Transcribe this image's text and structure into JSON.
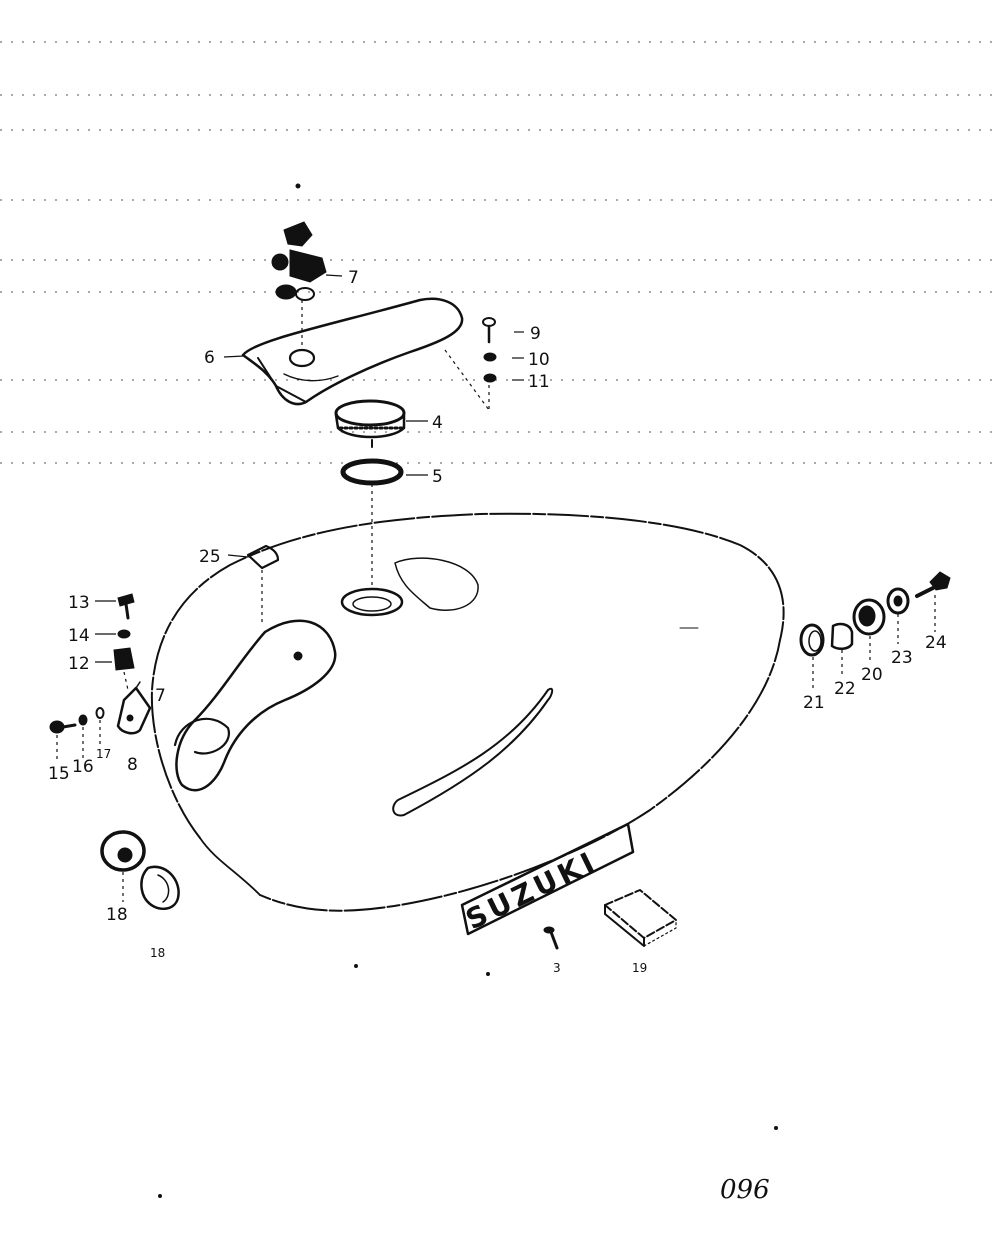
{
  "callouts": [
    {
      "id": "c7top",
      "text": "7"
    },
    {
      "id": "c9",
      "text": "9"
    },
    {
      "id": "c10",
      "text": "10"
    },
    {
      "id": "c11",
      "text": "11"
    },
    {
      "id": "c6",
      "text": "6"
    },
    {
      "id": "c4",
      "text": "4"
    },
    {
      "id": "c5",
      "text": "5"
    },
    {
      "id": "c25",
      "text": "25"
    },
    {
      "id": "c13",
      "text": "13"
    },
    {
      "id": "c14",
      "text": "14"
    },
    {
      "id": "c12",
      "text": "12"
    },
    {
      "id": "c7side",
      "text": "7"
    },
    {
      "id": "c15",
      "text": "15"
    },
    {
      "id": "c16",
      "text": "16"
    },
    {
      "id": "c17",
      "text": "17"
    },
    {
      "id": "c8",
      "text": "8"
    },
    {
      "id": "c18",
      "text": "18"
    },
    {
      "id": "c18b",
      "text": "18"
    },
    {
      "id": "c21",
      "text": "21"
    },
    {
      "id": "c22",
      "text": "22"
    },
    {
      "id": "c20",
      "text": "20"
    },
    {
      "id": "c23",
      "text": "23"
    },
    {
      "id": "c24",
      "text": "24"
    },
    {
      "id": "c3",
      "text": "3"
    },
    {
      "id": "c19",
      "text": "19"
    }
  ],
  "emblem_text": "SUZUKI",
  "page_number": "096"
}
